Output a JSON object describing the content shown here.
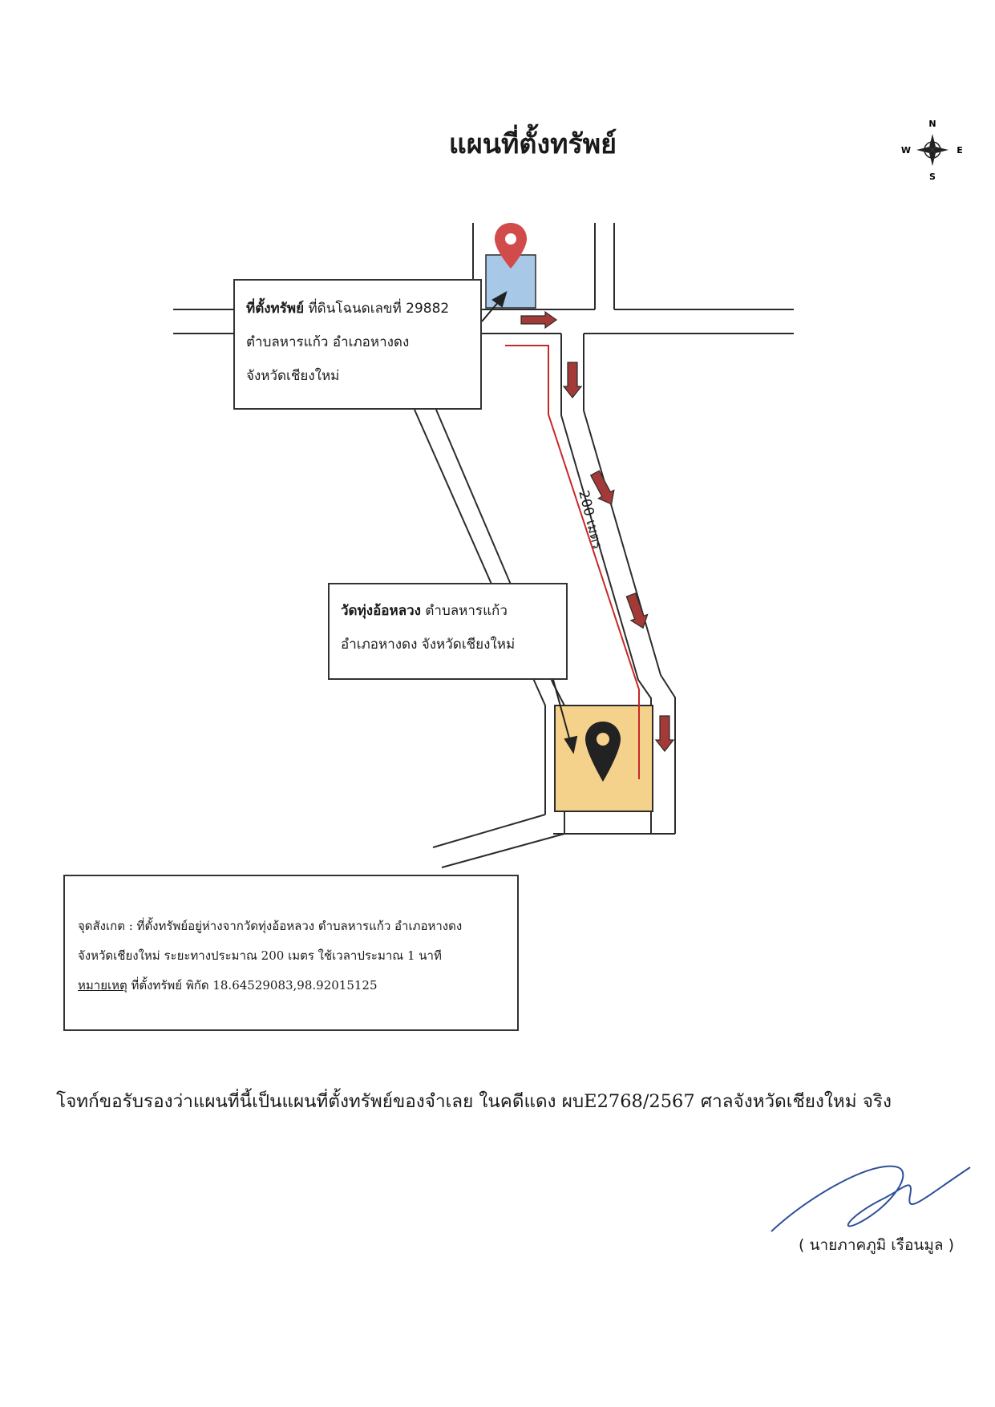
{
  "header": {
    "title": "แผนที่ตั้งทรัพย์"
  },
  "compass": {
    "north": "N",
    "south": "S",
    "east": "E",
    "west": "W"
  },
  "map": {
    "distance_label": "200 เมตร",
    "colors": {
      "road": "#2b2b2b",
      "route_line": "#c62828",
      "arrow": "#a33a38",
      "property_fill": "#a8c8e8",
      "temple_fill": "#f5d28c",
      "property_pin": "#d14b4b",
      "temple_pin": "#222222"
    },
    "icons": {
      "property": "map-pin-icon",
      "temple": "map-pin-icon",
      "direction": "arrow-icon"
    }
  },
  "property_box": {
    "label_bold": "ที่ตั้งทรัพย์",
    "deed_text": " ที่ดินโฉนดเลขที่ 29882",
    "line2": "ตำบลหารแก้ว อำเภอหางดง",
    "line3": "จังหวัดเชียงใหม่"
  },
  "temple_box": {
    "label_bold": "วัดทุ่งอ้อหลวง",
    "line1_rest": " ตำบลหารแก้ว",
    "line2": "อำเภอหางดง จังหวัดเชียงใหม่"
  },
  "note_box": {
    "line1": "จุดสังเกต : ที่ตั้งทรัพย์อยู่ห่างจากวัดทุ่งอ้อหลวง ตำบลหารแก้ว อำเภอหางดง",
    "line2": "จังหวัดเชียงใหม่ ระยะทางประมาณ 200 เมตร ใช้เวลาประมาณ 1 นาที",
    "remark_label": "หมายเหตุ",
    "remark_text": "  ที่ตั้งทรัพย์ พิกัด 18.64529083,98.92015125"
  },
  "certification": "โจทก์ขอรับรองว่าแผนที่นี้เป็นแผนที่ตั้งทรัพย์ของจำเลย ในคดีแดง ผบE2768/2567 ศาลจังหวัดเชียงใหม่ จริง",
  "signer": "( นายภาคภูมิ เรือนมูล )"
}
